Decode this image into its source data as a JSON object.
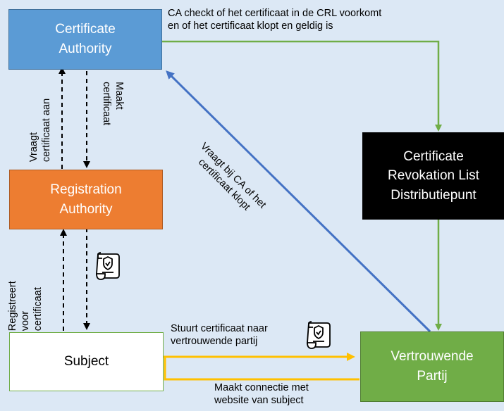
{
  "nodes": {
    "ca": "Certificate\nAuthority",
    "ra": "Registration\nAuthority",
    "subject": "Subject",
    "crl": "Certificate\nRevokation List\nDistributiepunt",
    "vp": "Vertrouwende\nPartij"
  },
  "labels": {
    "ca_check": "CA checkt of het certificaat in de CRL voorkomt\nen of het certificaat klopt en geldig is",
    "vraagt_ca": "Vraagt bij CA of het\ncertificaat klopt",
    "vraagt_cert": "Vraagt\ncertificaat aan",
    "maakt_cert": "Maakt\ncertificaat",
    "registreert": "Registreert\nvoor\ncertificaat",
    "stuurt": "Stuurt certificaat naar\nvertrouwende partij",
    "connectie": "Maakt connectie met\nwebsite van subject"
  },
  "colors": {
    "ca": "#5b9bd5",
    "ra": "#ed7d31",
    "crl": "#000000",
    "vp": "#70ad47",
    "green_line": "#70ad47",
    "blue_line": "#4472c4",
    "yellow_line": "#ffc000"
  },
  "icons": [
    "certificate-icon",
    "certificate-icon"
  ]
}
